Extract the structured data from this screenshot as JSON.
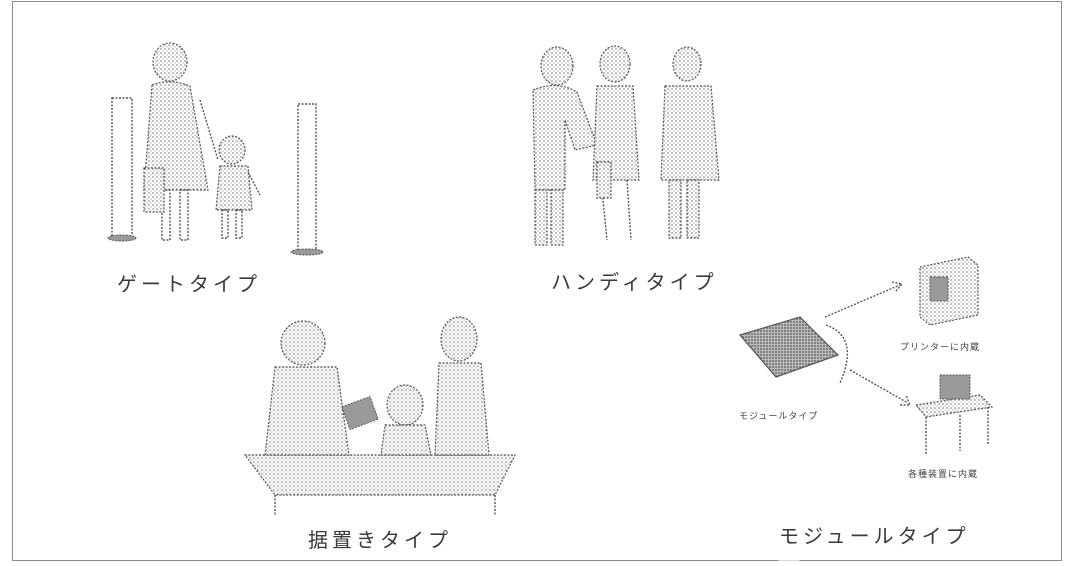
{
  "labels": {
    "gate": "ゲートタイプ",
    "handy": "ハンディタイプ",
    "stationary": "据置きタイプ",
    "module": "モジュールタイプ"
  },
  "module_diagram": {
    "printer": "プリンターに内蔵",
    "device": "各種装置に内蔵",
    "module": "モジュールタイプ"
  }
}
